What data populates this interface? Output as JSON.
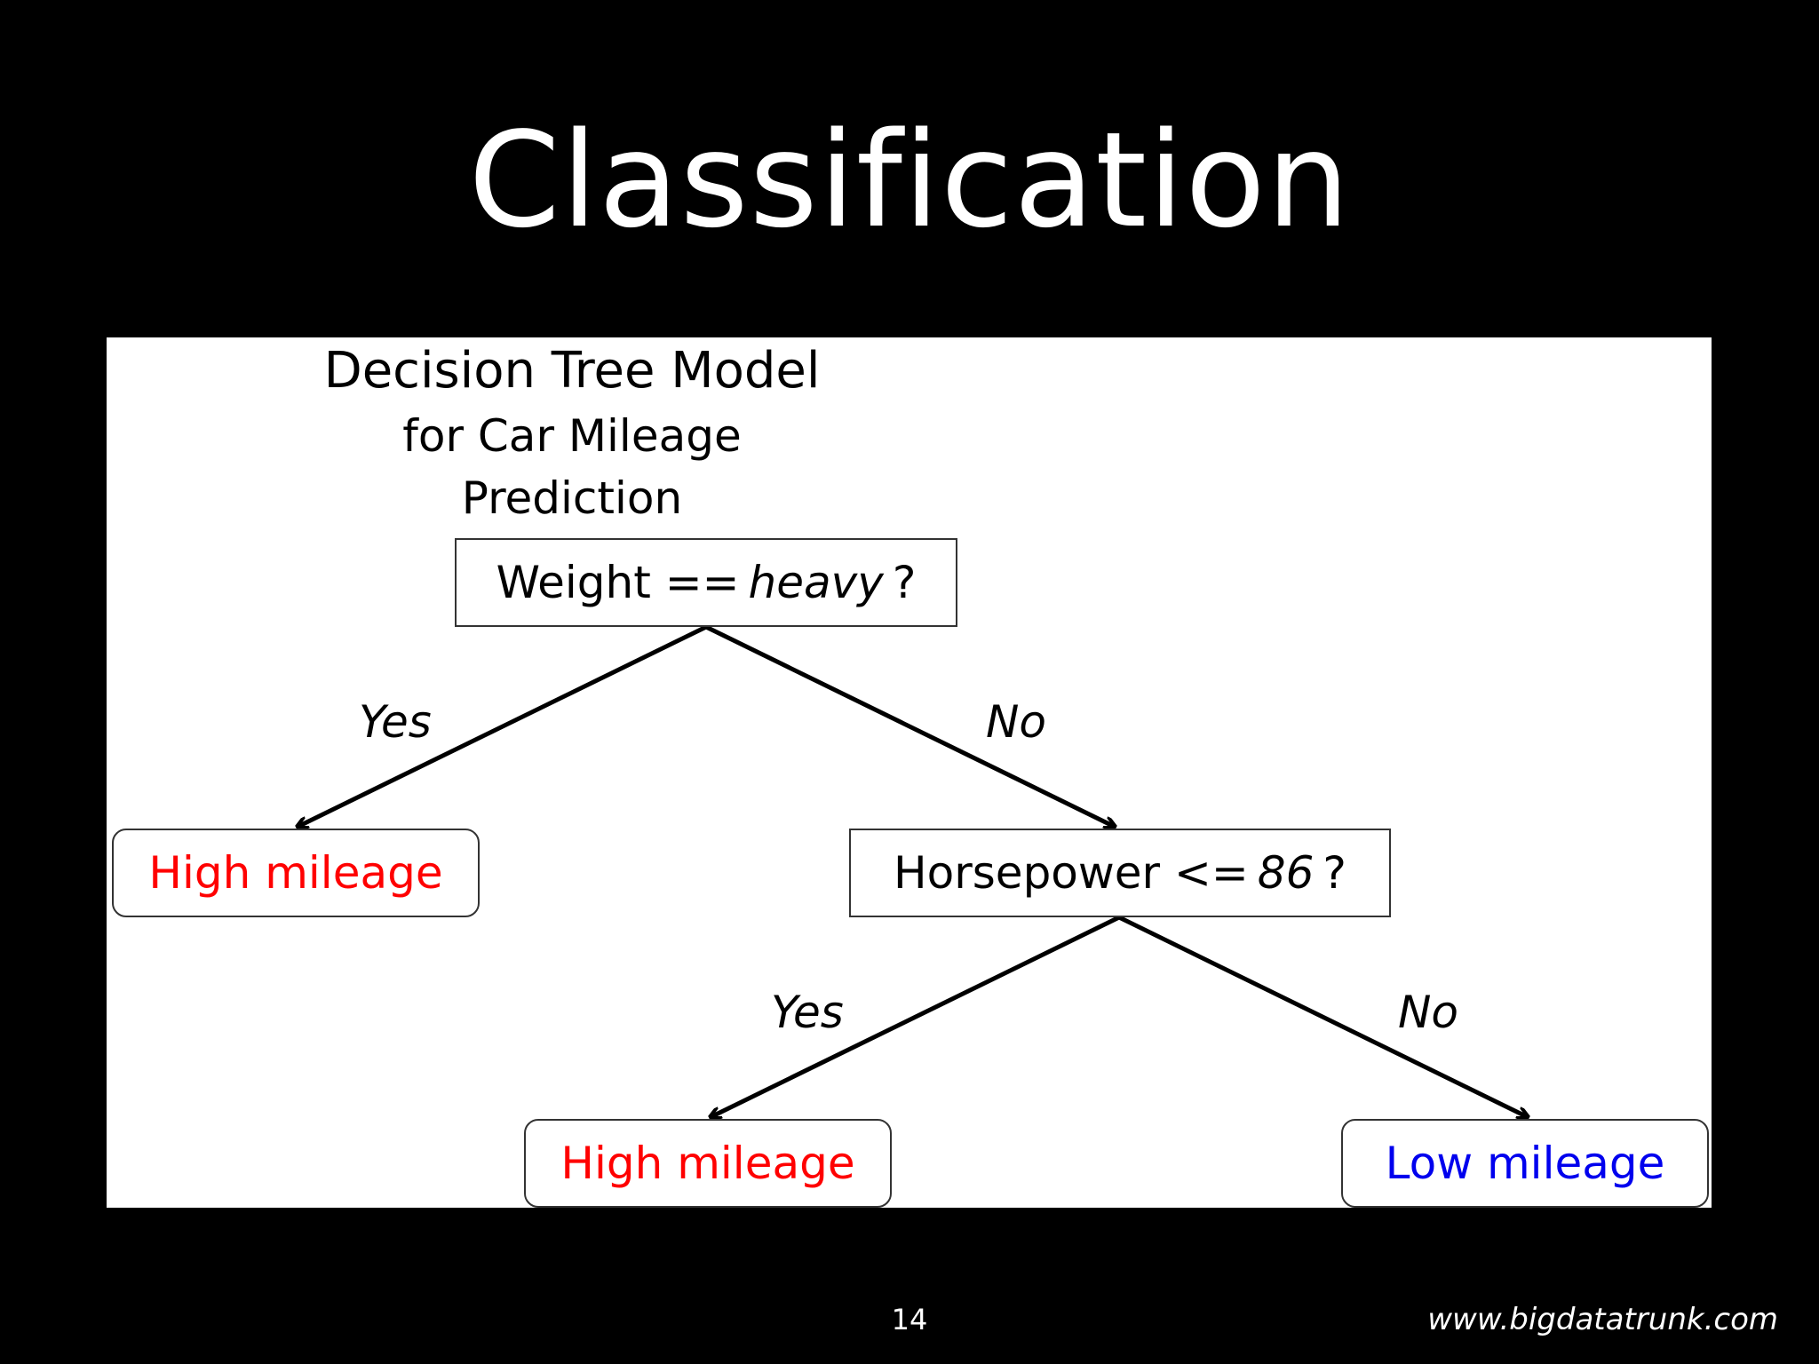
{
  "slide": {
    "title": "Classification",
    "page_number": "14",
    "footer_url": "www.bigdatatrunk.com"
  },
  "diagram": {
    "title": "Decision Tree Model",
    "subtitle": "for Car Mileage Prediction",
    "root": {
      "prefix": "Weight ==",
      "value": "heavy",
      "suffix": "?"
    },
    "root_yes_label": "Yes",
    "root_no_label": "No",
    "left_leaf": "High mileage",
    "split2": {
      "prefix": "Horsepower <=",
      "value": "86",
      "suffix": "?"
    },
    "split2_yes_label": "Yes",
    "split2_no_label": "No",
    "bottom_left_leaf": "High mileage",
    "bottom_right_leaf": "Low mileage",
    "colors": {
      "high_mileage": "#ff0000",
      "low_mileage": "#0000ee",
      "edges": "#000000"
    }
  }
}
